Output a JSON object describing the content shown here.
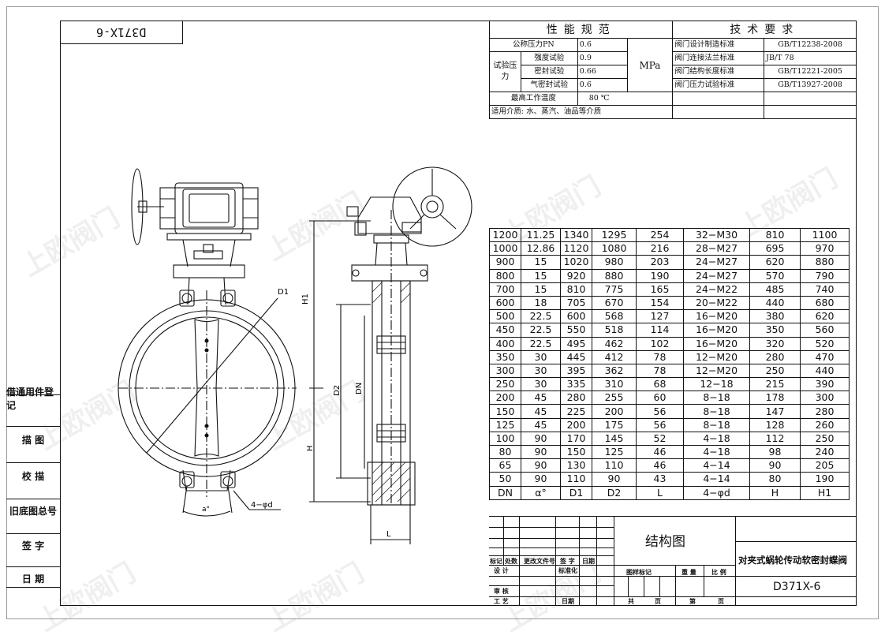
{
  "drawing_code_mirrored": "D371X-6",
  "left_column": [
    "借通用件登记",
    "描 图",
    "校 描",
    "旧底图总号",
    "签 字",
    "日 期"
  ],
  "performance": {
    "title": "性能规范",
    "nominal_pressure_label": "公称压力PN",
    "nominal_pressure_value": "0.6",
    "test_pressure_label": "试验压力",
    "strength_label": "强度试验",
    "strength_value": "0.9",
    "seal_label": "密封试验",
    "seal_value": "0.66",
    "gas_seal_label": "气密封试验",
    "gas_seal_value": "0.6",
    "unit": "MPa",
    "max_temp_label": "最高工作温度",
    "max_temp_value": "80 ℃",
    "medium": "适用介质: 水、蒸汽、油品等介质"
  },
  "tech": {
    "title": "技术要求",
    "rows": [
      {
        "label": "阀门设计制造标准",
        "value": "GB/T12238-2008"
      },
      {
        "label": "阀门连接法兰标准",
        "value": "JB/T 78"
      },
      {
        "label": "阀门结构长度标准",
        "value": "GB/T12221-2005"
      },
      {
        "label": "阀门压力试验标准",
        "value": "GB/T13927-2008"
      }
    ]
  },
  "dimensions": {
    "headers": [
      "DN",
      "α°",
      "D1",
      "D2",
      "L",
      "4−φd",
      "H",
      "H1"
    ],
    "rows": [
      [
        "1200",
        "11.25",
        "1340",
        "1295",
        "254",
        "32−M30",
        "810",
        "1100"
      ],
      [
        "1000",
        "12.86",
        "1120",
        "1080",
        "216",
        "28−M27",
        "695",
        "970"
      ],
      [
        "900",
        "15",
        "1020",
        "980",
        "203",
        "24−M27",
        "620",
        "880"
      ],
      [
        "800",
        "15",
        "920",
        "880",
        "190",
        "24−M27",
        "570",
        "790"
      ],
      [
        "700",
        "15",
        "810",
        "775",
        "165",
        "24−M22",
        "485",
        "740"
      ],
      [
        "600",
        "18",
        "705",
        "670",
        "154",
        "20−M22",
        "440",
        "680"
      ],
      [
        "500",
        "22.5",
        "600",
        "568",
        "127",
        "16−M20",
        "380",
        "620"
      ],
      [
        "450",
        "22.5",
        "550",
        "518",
        "114",
        "16−M20",
        "350",
        "560"
      ],
      [
        "400",
        "22.5",
        "495",
        "462",
        "102",
        "16−M20",
        "320",
        "520"
      ],
      [
        "350",
        "30",
        "445",
        "412",
        "78",
        "12−M20",
        "280",
        "470"
      ],
      [
        "300",
        "30",
        "395",
        "362",
        "78",
        "12−M20",
        "250",
        "440"
      ],
      [
        "250",
        "30",
        "335",
        "310",
        "68",
        "12−18",
        "215",
        "390"
      ],
      [
        "200",
        "45",
        "280",
        "255",
        "60",
        "8−18",
        "178",
        "300"
      ],
      [
        "150",
        "45",
        "225",
        "200",
        "56",
        "8−18",
        "147",
        "280"
      ],
      [
        "125",
        "45",
        "200",
        "175",
        "56",
        "8−18",
        "128",
        "260"
      ],
      [
        "100",
        "90",
        "170",
        "145",
        "52",
        "4−18",
        "112",
        "250"
      ],
      [
        "80",
        "90",
        "150",
        "125",
        "46",
        "4−18",
        "98",
        "240"
      ],
      [
        "65",
        "90",
        "130",
        "110",
        "46",
        "4−14",
        "90",
        "205"
      ],
      [
        "50",
        "90",
        "110",
        "90",
        "43",
        "4−14",
        "80",
        "190"
      ]
    ]
  },
  "drawing_labels": {
    "d1": "D1",
    "alpha": "a°",
    "holes": "4−φd",
    "h1": "H1",
    "h": "H",
    "d2": "D2",
    "dn": "DN",
    "l": "L"
  },
  "title_block": {
    "struct_label": "结构图",
    "product_name": "对夹式蜗轮传动软密封蝶阀",
    "drawing_no": "D371X-6",
    "rev_headers": [
      "标记",
      "处数",
      "更改文件号",
      "签 字",
      "日期"
    ],
    "design": "设 计",
    "standardize": "标准化",
    "review": "审 核",
    "process": "工 艺",
    "date": "日期",
    "stage_mark": "图样标记",
    "weight": "重 量",
    "scale": "比 例",
    "total": "共",
    "sheet_unit": "页",
    "sheet": "第",
    "sheet_unit2": "页"
  },
  "watermark": "上欧阀门"
}
